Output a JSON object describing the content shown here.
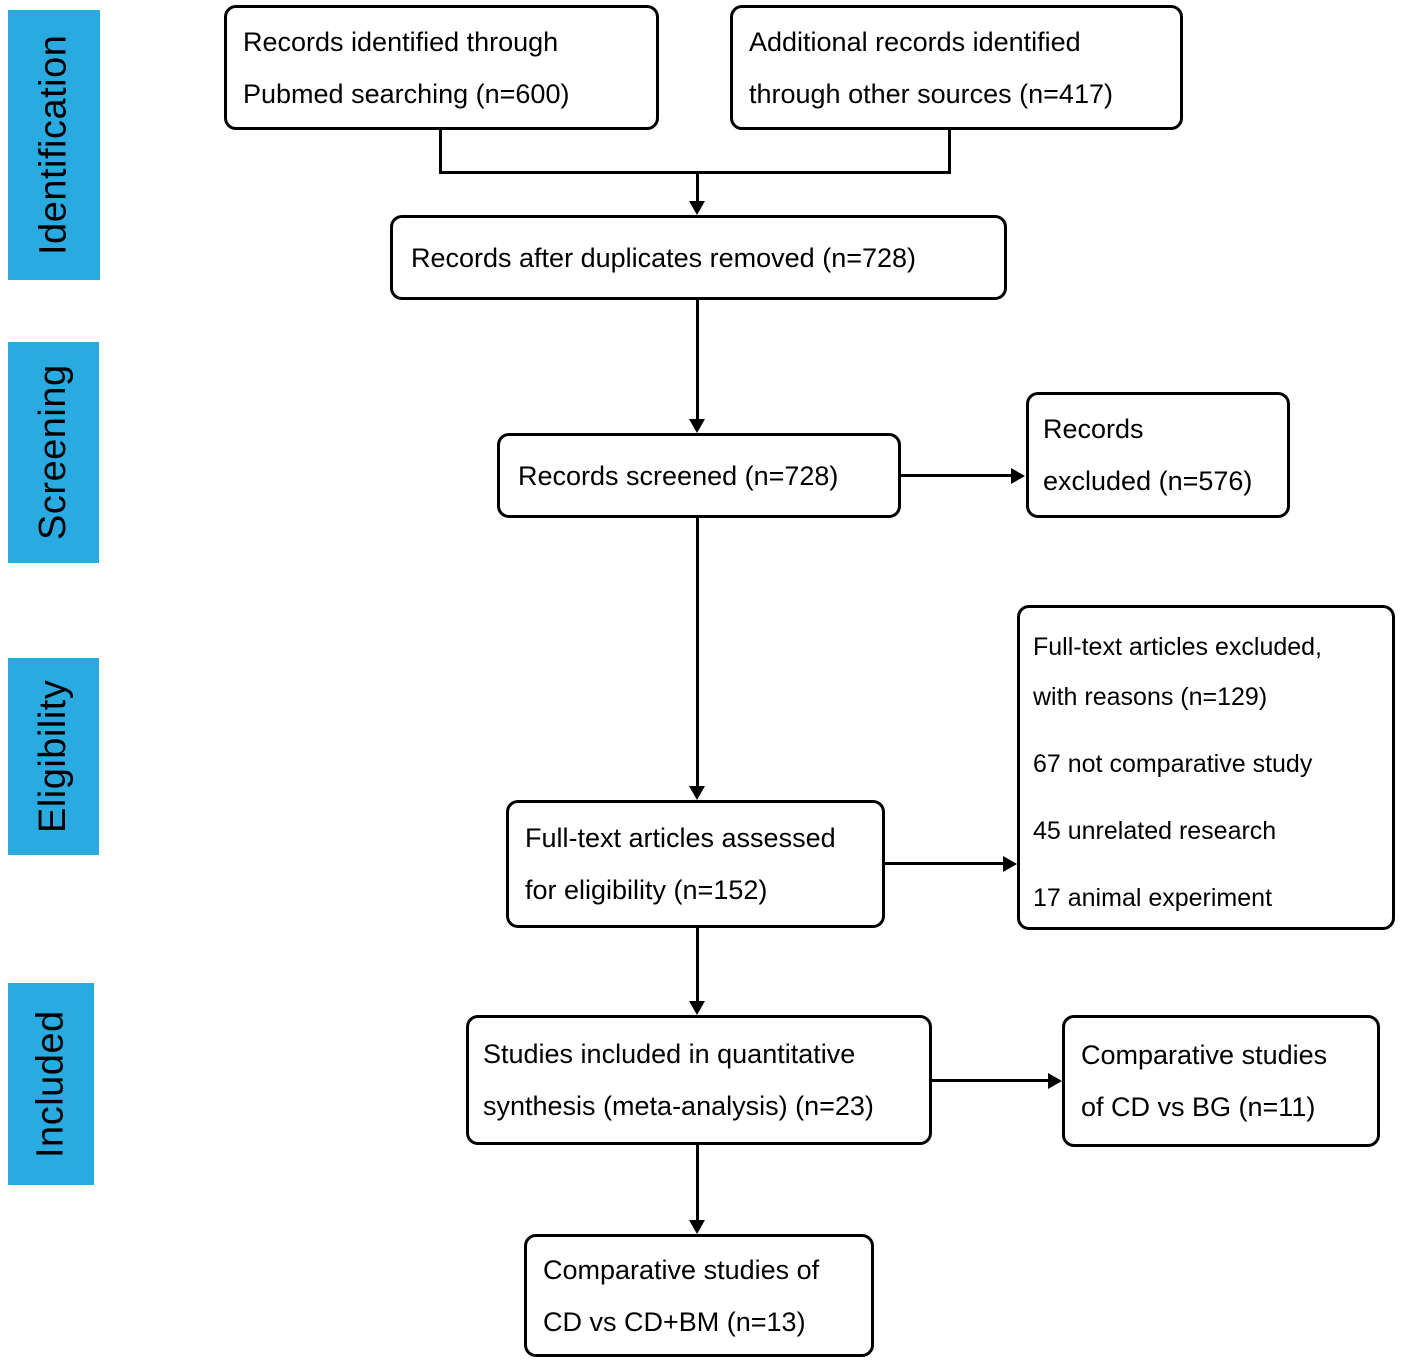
{
  "stages": {
    "identification": "Identification",
    "screening": "Screening",
    "eligibility": "Eligibility",
    "included": "Included"
  },
  "boxes": {
    "records_identified": "Records identified through\nPubmed searching (n=600)",
    "additional_records": "Additional records identified\nthrough other sources (n=417)",
    "after_duplicates": "Records after duplicates removed (n=728)",
    "records_screened": "Records screened (n=728)",
    "records_excluded": "Records\nexcluded (n=576)",
    "fulltext_assessed": "Full-text articles assessed\nfor eligibility (n=152)",
    "fulltext_excluded": {
      "title": "Full-text articles excluded,\nwith reasons (n=129)",
      "reasons": [
        "67 not comparative study",
        "45 unrelated research",
        "17 animal experiment"
      ]
    },
    "quantitative_included": "Studies included in quantitative\nsynthesis (meta-analysis) (n=23)",
    "cd_vs_bg": "Comparative studies\nof CD vs BG (n=11)",
    "cd_vs_cdbm": "Comparative studies of\nCD vs CD+BM (n=13)"
  },
  "colors": {
    "stage_label_bg": "#29ABE2",
    "box_border": "#000000",
    "box_background": "#FFFFFF",
    "text": "#000000"
  }
}
